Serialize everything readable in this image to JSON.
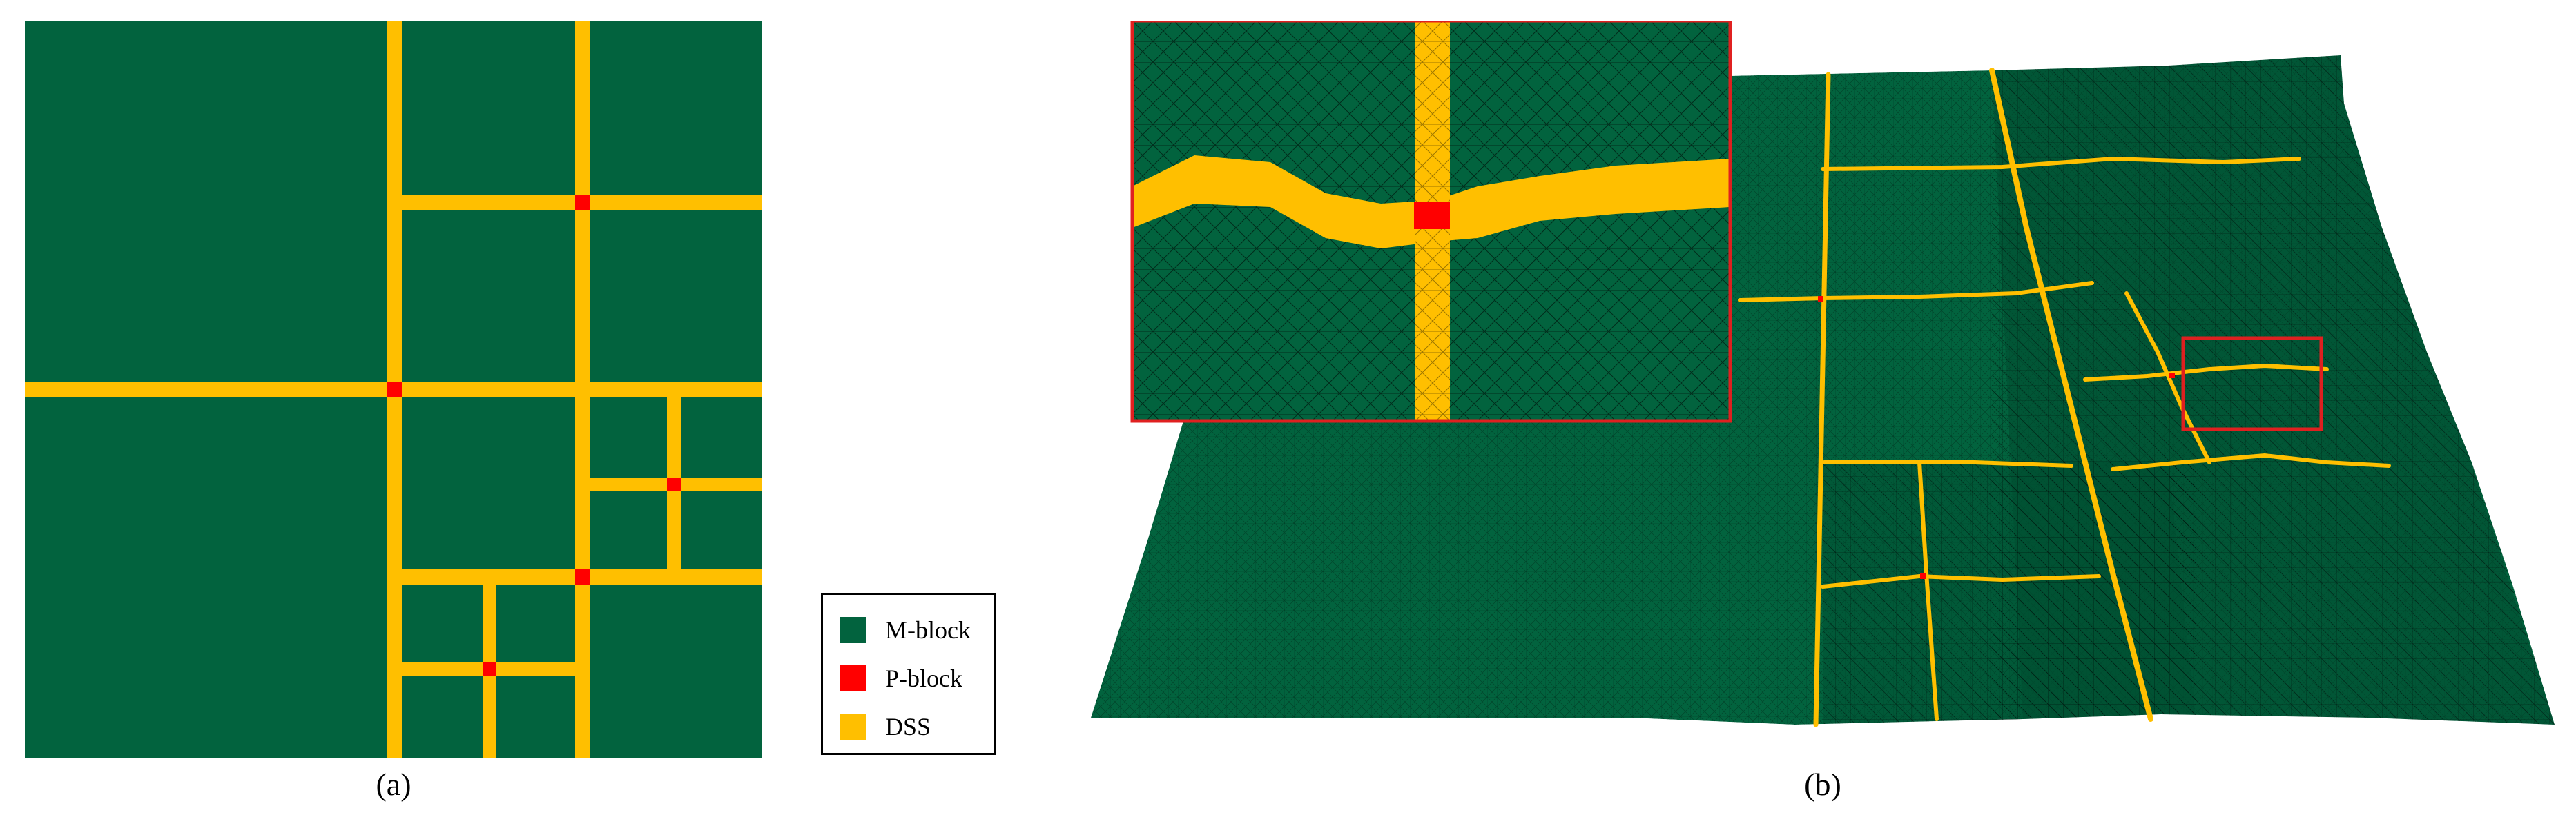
{
  "colors": {
    "m_block": "#02633e",
    "p_block": "#ff0000",
    "dss": "#ffbf00",
    "inset_border": "#e02020",
    "mesh_line": "#000000"
  },
  "legend": {
    "items": [
      {
        "label": "M-block",
        "color": "#02633e"
      },
      {
        "label": "P-block",
        "color": "#ff0000"
      },
      {
        "label": "DSS",
        "color": "#ffbf00"
      }
    ]
  },
  "captions": {
    "a": "(a)",
    "b": "(b)"
  }
}
